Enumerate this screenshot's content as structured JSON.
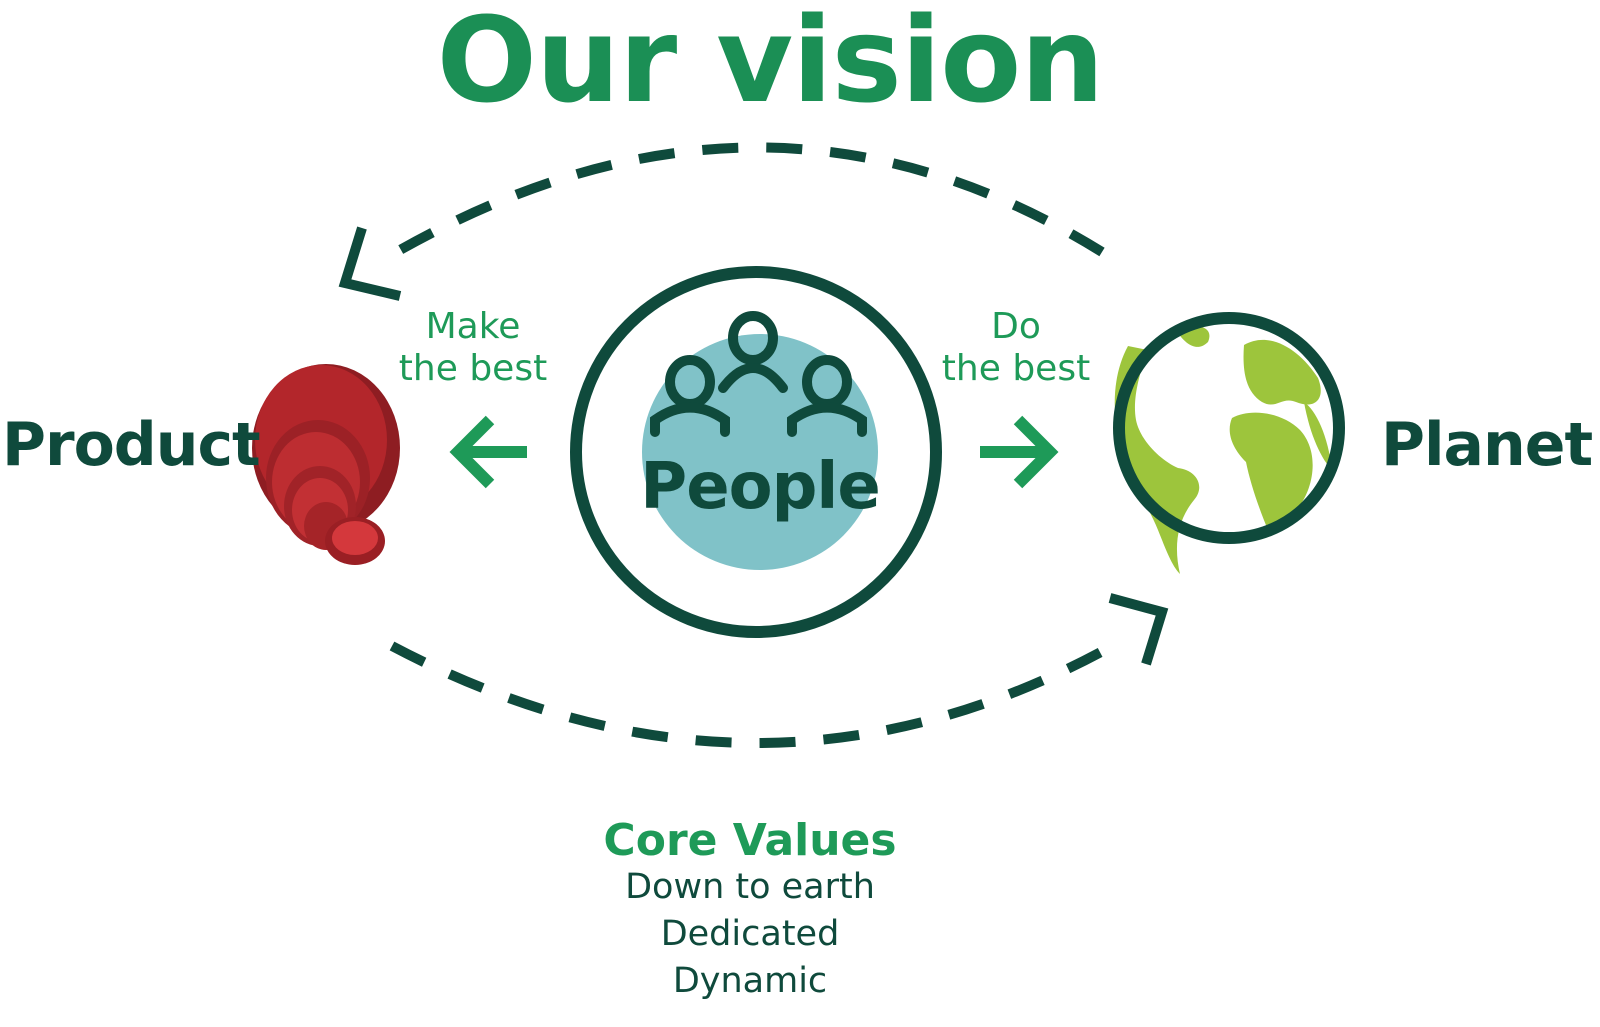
{
  "title": "Our vision",
  "labels": {
    "product": "Product",
    "people": "People",
    "planet": "Planet",
    "make_line1": "Make",
    "make_line2": "the best",
    "do_line1": "Do",
    "do_line2": "the best"
  },
  "core_values": {
    "title": "Core Values",
    "items": [
      "Down to earth",
      "Dedicated",
      "Dynamic"
    ]
  },
  "icons": {
    "people": "people-group-icon",
    "product": "red-plates-icon",
    "planet": "globe-icon",
    "arrow_left": "arrow-left-icon",
    "arrow_right": "arrow-right-icon"
  },
  "colors": {
    "title_green": "#1b8f55",
    "dark_green": "#0f4a3c",
    "accent_green": "#1e9a58",
    "people_fill": "#80c2c8",
    "globe_green": "#9dc53c",
    "plate_red": "#b3262b"
  }
}
